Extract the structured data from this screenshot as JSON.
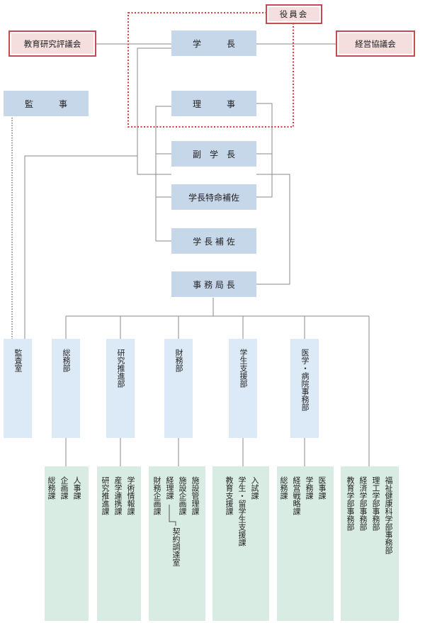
{
  "red_boxes": {
    "yakuinkai": "役員会",
    "kyoiku_kenkyu_hyogikai": "教育研究評議会",
    "keiei_kyogikai": "経営協議会"
  },
  "executives": {
    "gakucho": "学　　　長",
    "riji": "理　　　事",
    "fukugakucho": "副　学　長",
    "gakucho_tokumei_hosa": "学長特命補佐",
    "gakucho_hosa": "学 長 補 佐",
    "jimukyokucho": "事 務 局 長",
    "kanji": "監　　　事"
  },
  "departments": {
    "kansashitsu": "監査室",
    "somubu": "総務部",
    "kenkyu_suishinbu": "研究推進部",
    "zaimubu": "財務部",
    "gakusei_shienbu": "学生支援部",
    "igaku_byoin_jimubu": "医学・病院事務部"
  },
  "sections": {
    "somu": [
      "人事課",
      "企画課",
      "総務課"
    ],
    "kenkyu": [
      "学術情報課",
      "産学連携課",
      "研究推進課"
    ],
    "zaimu": [
      "施設管理課",
      "施設企画課",
      "経理課",
      "財務企画課"
    ],
    "zaimu_sub": "契約調達室",
    "gakusei": [
      "入試課",
      "学生・留学生支援課",
      "教育支援課"
    ],
    "igaku": [
      "医事課",
      "学務課",
      "経営戦略課",
      "総務課"
    ],
    "gakubu": [
      "福祉健康科学部事務部",
      "理工学部事務部",
      "経済学部事務部",
      "教育学部事務部"
    ]
  },
  "colors": {
    "executive_box": "#c7d7ea",
    "department_box": "#dce9f7",
    "section_box": "#d9ece4",
    "red_border": "#c44b52",
    "red_fill": "#f4dede",
    "line": "#8a8a8a"
  }
}
